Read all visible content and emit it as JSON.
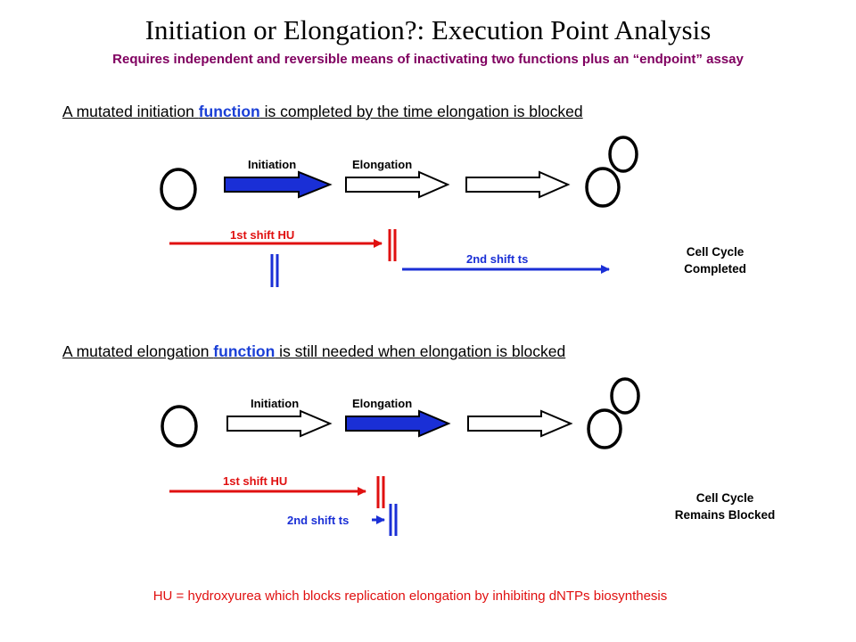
{
  "title": "Initiation or Elongation?: Execution Point Analysis",
  "subtitle": "Requires independent and reversible means of inactivating two functions plus an “endpoint” assay",
  "panel1": {
    "heading_pre": "A mutated initiation ",
    "heading_hl": "function",
    "heading_post": " is completed by the time elongation is blocked",
    "initiation_label": "Initiation",
    "elongation_label": "Elongation",
    "shift1_label": "1st shift HU",
    "shift2_label": "2nd shift ts",
    "outcome_line1": "Cell Cycle",
    "outcome_line2": "Completed"
  },
  "panel2": {
    "heading_pre": "A mutated elongation ",
    "heading_hl": "function",
    "heading_post": " is still needed when elongation is blocked",
    "initiation_label": "Initiation",
    "elongation_label": "Elongation",
    "shift1_label": "1st shift HU",
    "shift2_label": "2nd shift ts",
    "outcome_line1": "Cell Cycle",
    "outcome_line2": "Remains Blocked"
  },
  "footnote": "HU = hydroxyurea which blocks replication elongation by inhibiting dNTPs biosynthesis",
  "colors": {
    "red": "#e01010",
    "blue": "#1a2fd6",
    "subtitle": "#800060"
  }
}
